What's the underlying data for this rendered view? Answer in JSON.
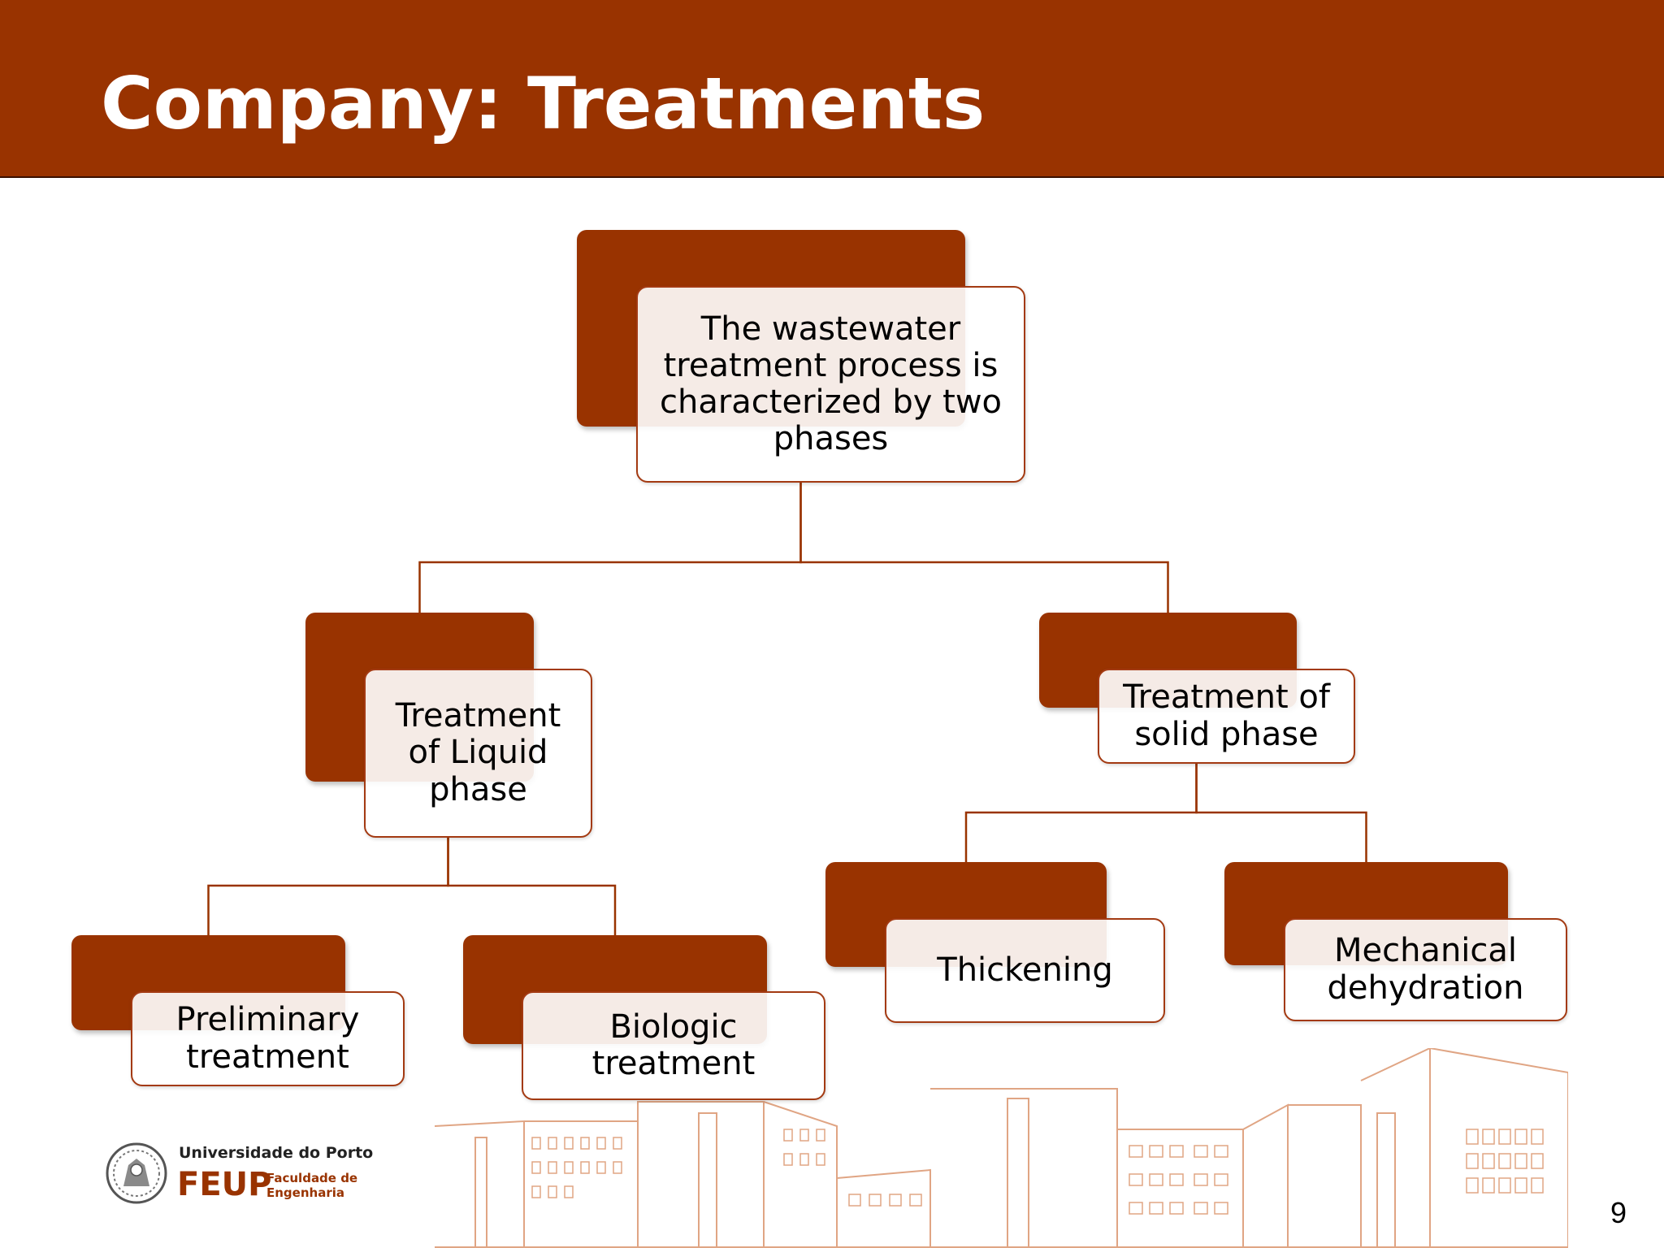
{
  "slide": {
    "title": "Company: Treatments",
    "page_number": "9",
    "accent_color": "#993300"
  },
  "diagram": {
    "nodes": {
      "root": {
        "label": "The wastewater treatment process is characterized by two phases"
      },
      "liquid": {
        "label": "Treatment of Liquid phase"
      },
      "solid": {
        "label": "Treatment of solid phase"
      },
      "preliminary": {
        "label": "Preliminary treatment"
      },
      "biologic": {
        "label": "Biologic treatment"
      },
      "thickening": {
        "label": "Thickening"
      },
      "mechanical": {
        "label": "Mechanical dehydration"
      }
    },
    "edges": [
      [
        "root",
        "liquid"
      ],
      [
        "root",
        "solid"
      ],
      [
        "liquid",
        "preliminary"
      ],
      [
        "liquid",
        "biologic"
      ],
      [
        "solid",
        "thickening"
      ],
      [
        "solid",
        "mechanical"
      ]
    ]
  },
  "logo": {
    "university": "Universidade do Porto",
    "abbreviation": "FEUP",
    "faculty": "Faculdade de Engenharia"
  }
}
